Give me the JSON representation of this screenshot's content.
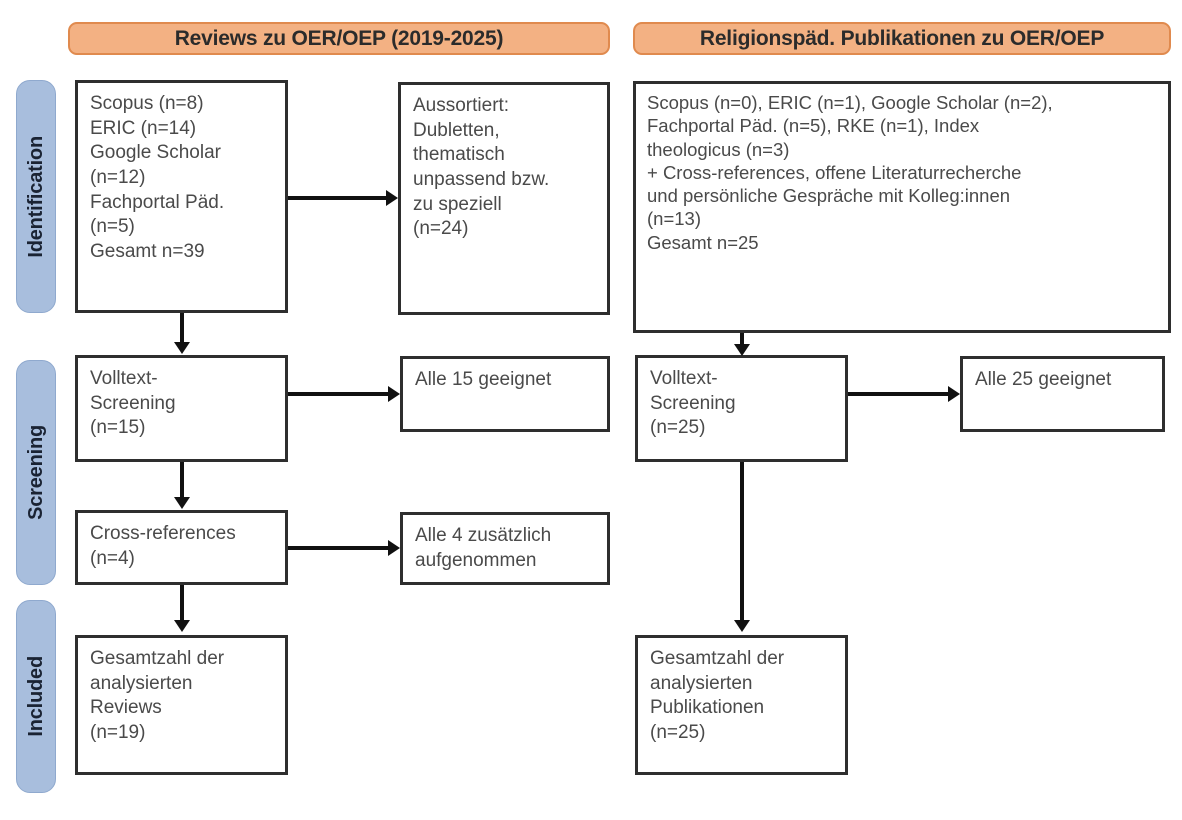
{
  "diagram": {
    "title": "PRISMA-Flussdiagramm Literaturrecherche OER/OEP",
    "colors": {
      "header_fill": "#f3b183",
      "header_border": "#e08a4e",
      "stage_fill": "#a8bedd",
      "stage_border": "#8fa9ce",
      "box_border": "#2e2e2e",
      "text": "#4a4a4a",
      "connector": "#111111"
    }
  },
  "columns": {
    "left": {
      "header": "Reviews zu OER/OEP (2019-2025)"
    },
    "right": {
      "header": "Religionspäd. Publikationen zu OER/OEP"
    }
  },
  "stages": [
    {
      "label": "Identification"
    },
    {
      "label": "Screening"
    },
    {
      "label": "Included"
    }
  ],
  "boxes": {
    "left_identification_sources": "Scopus (n=8)\nERIC (n=14)\nGoogle Scholar\n(n=12)\nFachportal Päd.\n(n=5)\nGesamt n=39",
    "left_excluded": "Aussortiert:\nDubletten,\nthematisch\nunpassend bzw.\nzu speziell\n(n=24)",
    "left_fulltext_screening": "Volltext-\nScreening\n(n=15)",
    "left_fulltext_result": "Alle 15 geeignet",
    "left_cross_references": "Cross-references\n(n=4)",
    "left_cross_references_result": "Alle 4 zusätzlich\naufgenommen",
    "left_included_total": "Gesamtzahl der\nanalysierten\nReviews\n(n=19)",
    "right_identification_sources": "Scopus (n=0), ERIC (n=1), Google Scholar (n=2),\nFachportal Päd. (n=5), RKE (n=1), Index\ntheologicus (n=3)\n+ Cross-references, offene Literaturrecherche\nund persönliche Gespräche mit Kolleg:innen\n(n=13)\nGesamt n=25",
    "right_fulltext_screening": "Volltext-\nScreening\n(n=25)",
    "right_fulltext_result": "Alle 25 geeignet",
    "right_included_total": "Gesamtzahl der\nanalysierten\nPublikationen\n(n=25)"
  },
  "chart_data": {
    "type": "table",
    "title": "PRISMA-Flussdiagramm: Reviews zu OER/OEP (2019-2025) und religionspädagogische Publikationen zu OER/OEP",
    "columns": [
      "Reviews zu OER/OEP (2019-2025)",
      "Religionspäd. Publikationen zu OER/OEP"
    ],
    "stages": [
      "Identification",
      "Screening",
      "Included"
    ],
    "left_column": {
      "identification": {
        "sources": [
          {
            "name": "Scopus",
            "n": 8
          },
          {
            "name": "ERIC",
            "n": 14
          },
          {
            "name": "Google Scholar",
            "n": 12
          },
          {
            "name": "Fachportal Päd.",
            "n": 5
          }
        ],
        "total": 39,
        "excluded": {
          "reason": "Aussortiert: Dubletten, thematisch unpassend bzw. zu speziell",
          "n": 24
        }
      },
      "screening": {
        "fulltext_screening_n": 15,
        "fulltext_result": "Alle 15 geeignet",
        "cross_references_n": 4,
        "cross_references_result": "Alle 4 zusätzlich aufgenommen"
      },
      "included": {
        "label": "Gesamtzahl der analysierten Reviews",
        "n": 19
      }
    },
    "right_column": {
      "identification": {
        "sources": [
          {
            "name": "Scopus",
            "n": 0
          },
          {
            "name": "ERIC",
            "n": 1
          },
          {
            "name": "Google Scholar",
            "n": 2
          },
          {
            "name": "Fachportal Päd.",
            "n": 5
          },
          {
            "name": "RKE",
            "n": 1
          },
          {
            "name": "Index theologicus",
            "n": 3
          },
          {
            "name": "Cross-references, offene Literaturrecherche und persönliche Gespräche mit Kolleg:innen",
            "n": 13
          }
        ],
        "total": 25
      },
      "screening": {
        "fulltext_screening_n": 25,
        "fulltext_result": "Alle 25 geeignet"
      },
      "included": {
        "label": "Gesamtzahl der analysierten Publikationen",
        "n": 25
      }
    }
  }
}
